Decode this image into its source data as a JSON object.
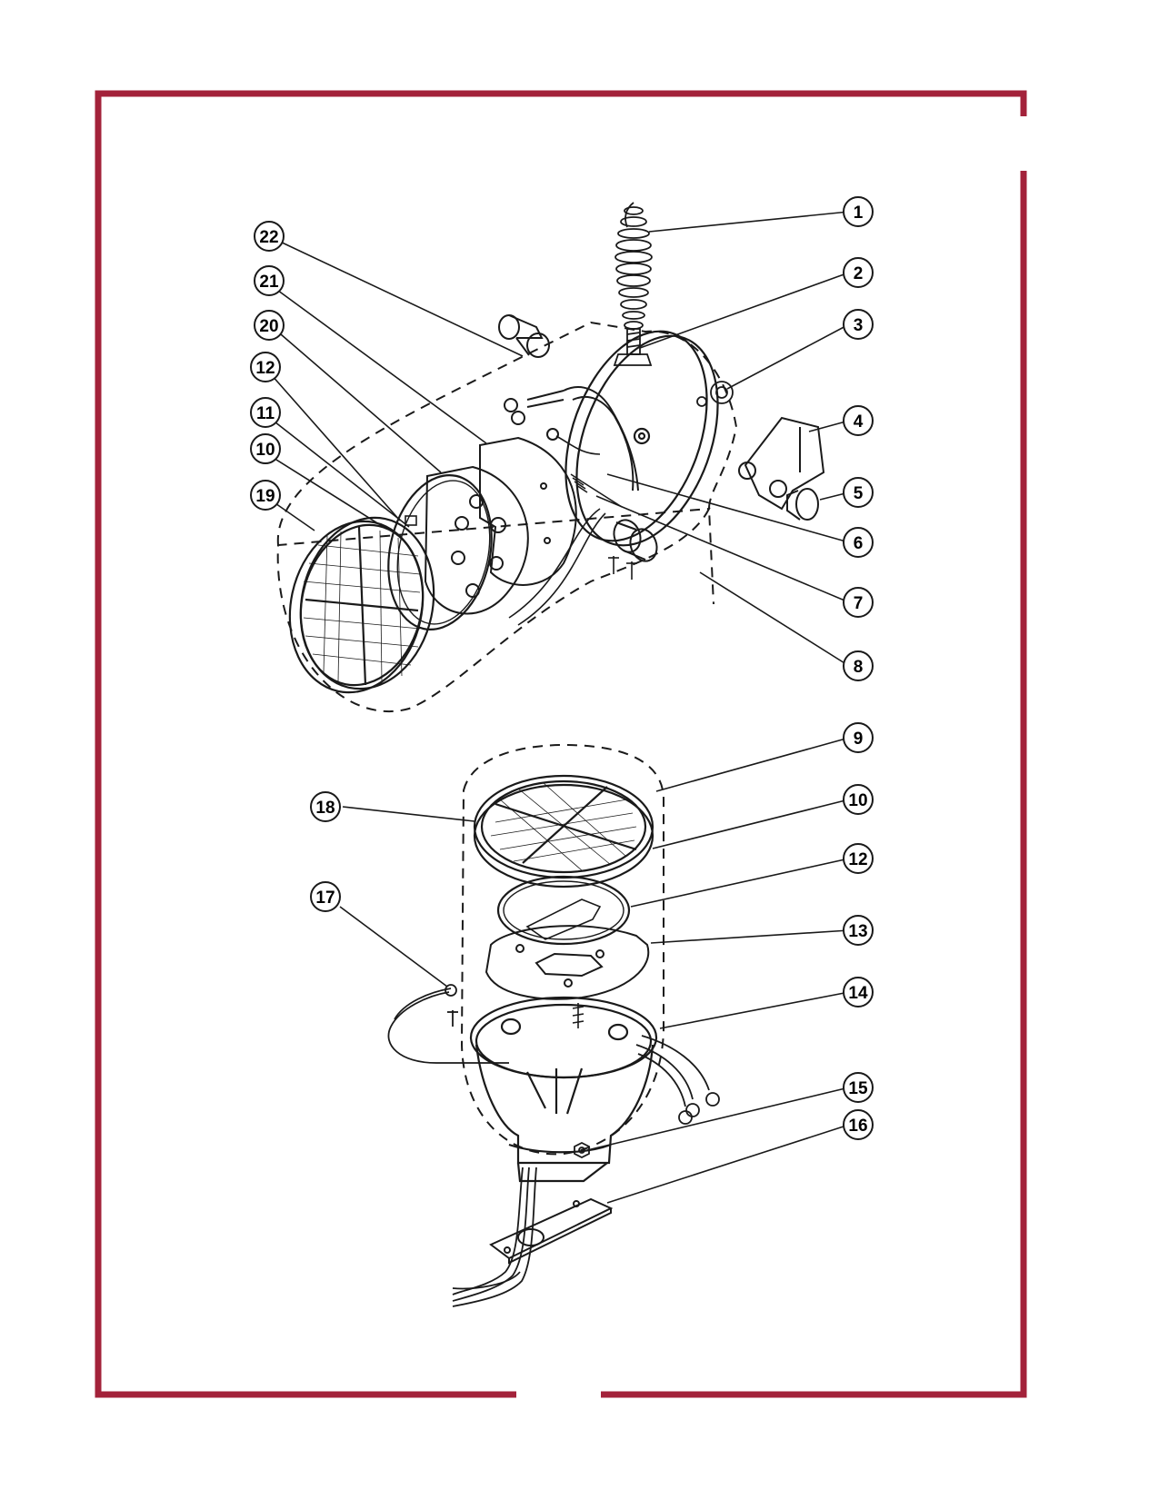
{
  "page": {
    "frame_color": "#a3223a",
    "ink_color": "#1a1a1a"
  },
  "upper_assembly": {
    "callouts": [
      "1",
      "2",
      "3",
      "4",
      "5",
      "6",
      "7",
      "8",
      "22",
      "21",
      "20",
      "12",
      "11",
      "10",
      "19"
    ]
  },
  "lower_assembly": {
    "callouts": [
      "9",
      "10",
      "12",
      "13",
      "14",
      "15",
      "16",
      "18",
      "17"
    ]
  }
}
